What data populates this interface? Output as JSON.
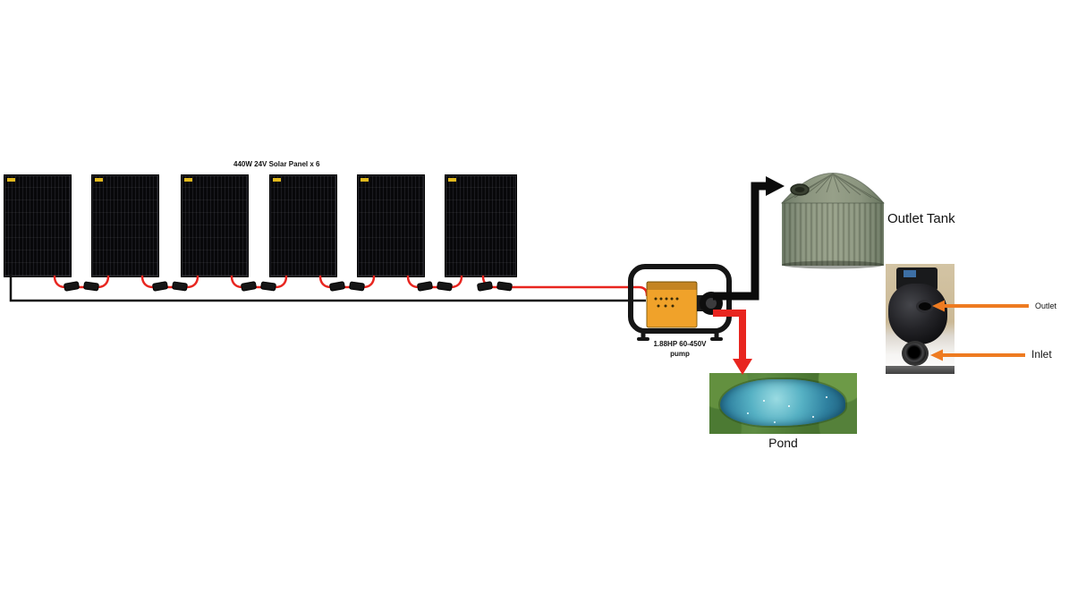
{
  "labels": {
    "solar_array": "440W 24V Solar Panel x 6",
    "pump_line1": "1.88HP 60-450V",
    "pump_line2": "pump",
    "outlet_tank": "Outlet Tank",
    "pond": "Pond",
    "outlet": "Outlet",
    "inlet": "Inlet"
  },
  "colors": {
    "wire_red": "#e8251f",
    "wire_black": "#101010",
    "pipe_black": "#0b0b0b",
    "arrow_red": "#e8251f",
    "arrow_orange": "#ee7b21",
    "pump_orange": "#f0a22a",
    "tank_green": "#7e8876",
    "panel_black": "#0c0c0e"
  }
}
